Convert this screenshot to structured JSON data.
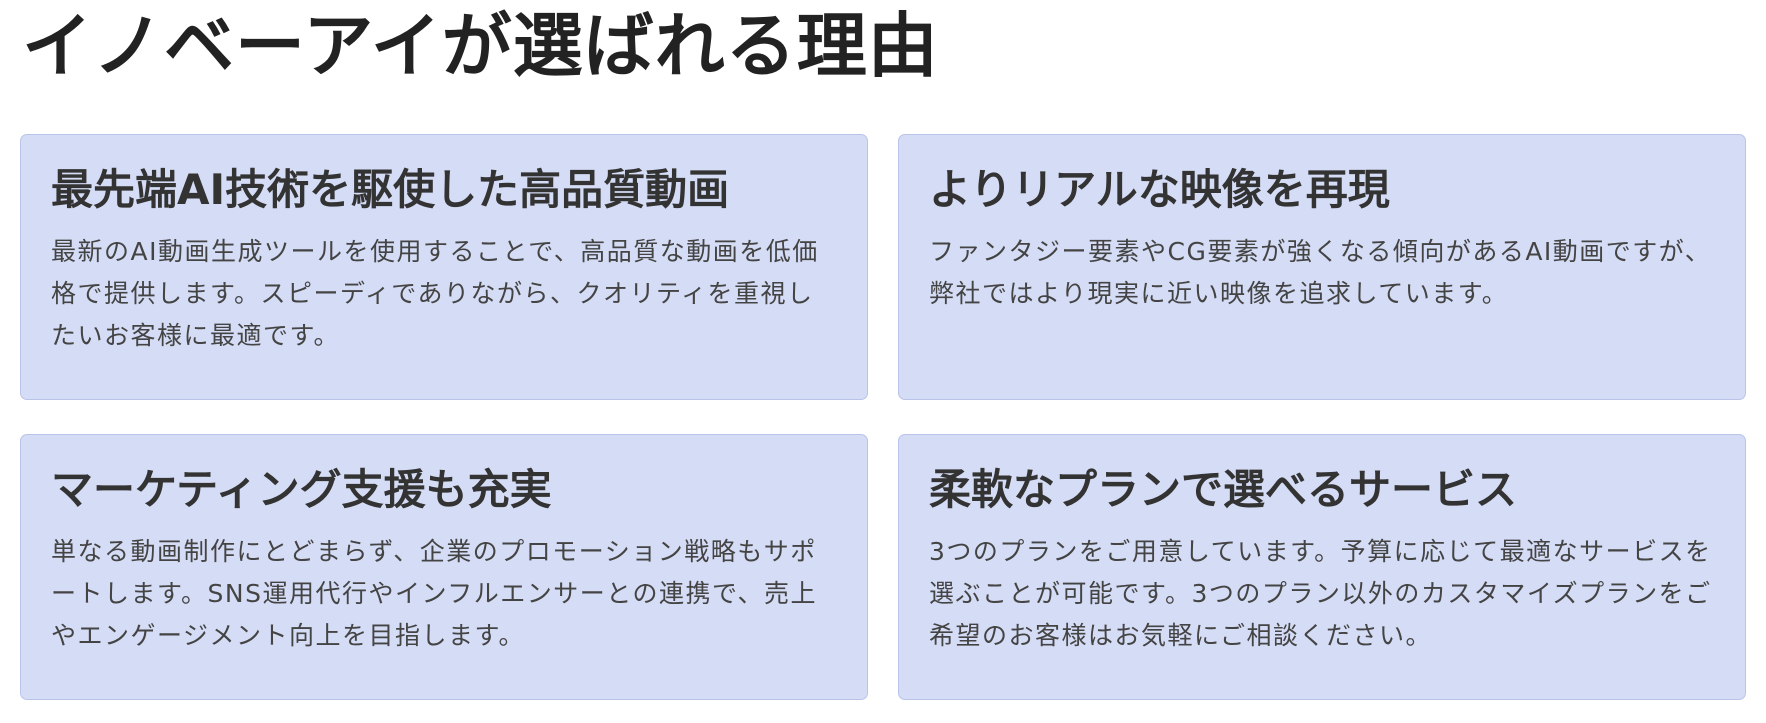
{
  "section": {
    "title": "イノベーアイが選ばれる理由",
    "cards": [
      {
        "heading": "最先端AI技術を駆使した高品質動画",
        "body": "最新のAI動画生成ツールを使用することで、高品質な動画を低価格で提供します。スピーディでありながら、クオリティを重視したいお客様に最適です。"
      },
      {
        "heading": "よりリアルな映像を再現",
        "body": "ファンタジー要素やCG要素が強くなる傾向があるAI動画ですが、弊社ではより現実に近い映像を追求しています。"
      },
      {
        "heading": "マーケティング支援も充実",
        "body": "単なる動画制作にとどまらず、企業のプロモーション戦略もサポートします。SNS運用代行やインフルエンサーとの連携で、売上やエンゲージメント向上を目指します。"
      },
      {
        "heading": "柔軟なプランで選べるサービス",
        "body": "3つのプランをご用意しています。予算に応じて最適なサービスを選ぶことが可能です。3つのプラン以外のカスタマイズプランをご希望のお客様はお気軽にご相談ください。"
      }
    ]
  },
  "colors": {
    "card_bg": "#d5dcf5",
    "card_border": "#b9c4e8",
    "text": "#333333"
  }
}
